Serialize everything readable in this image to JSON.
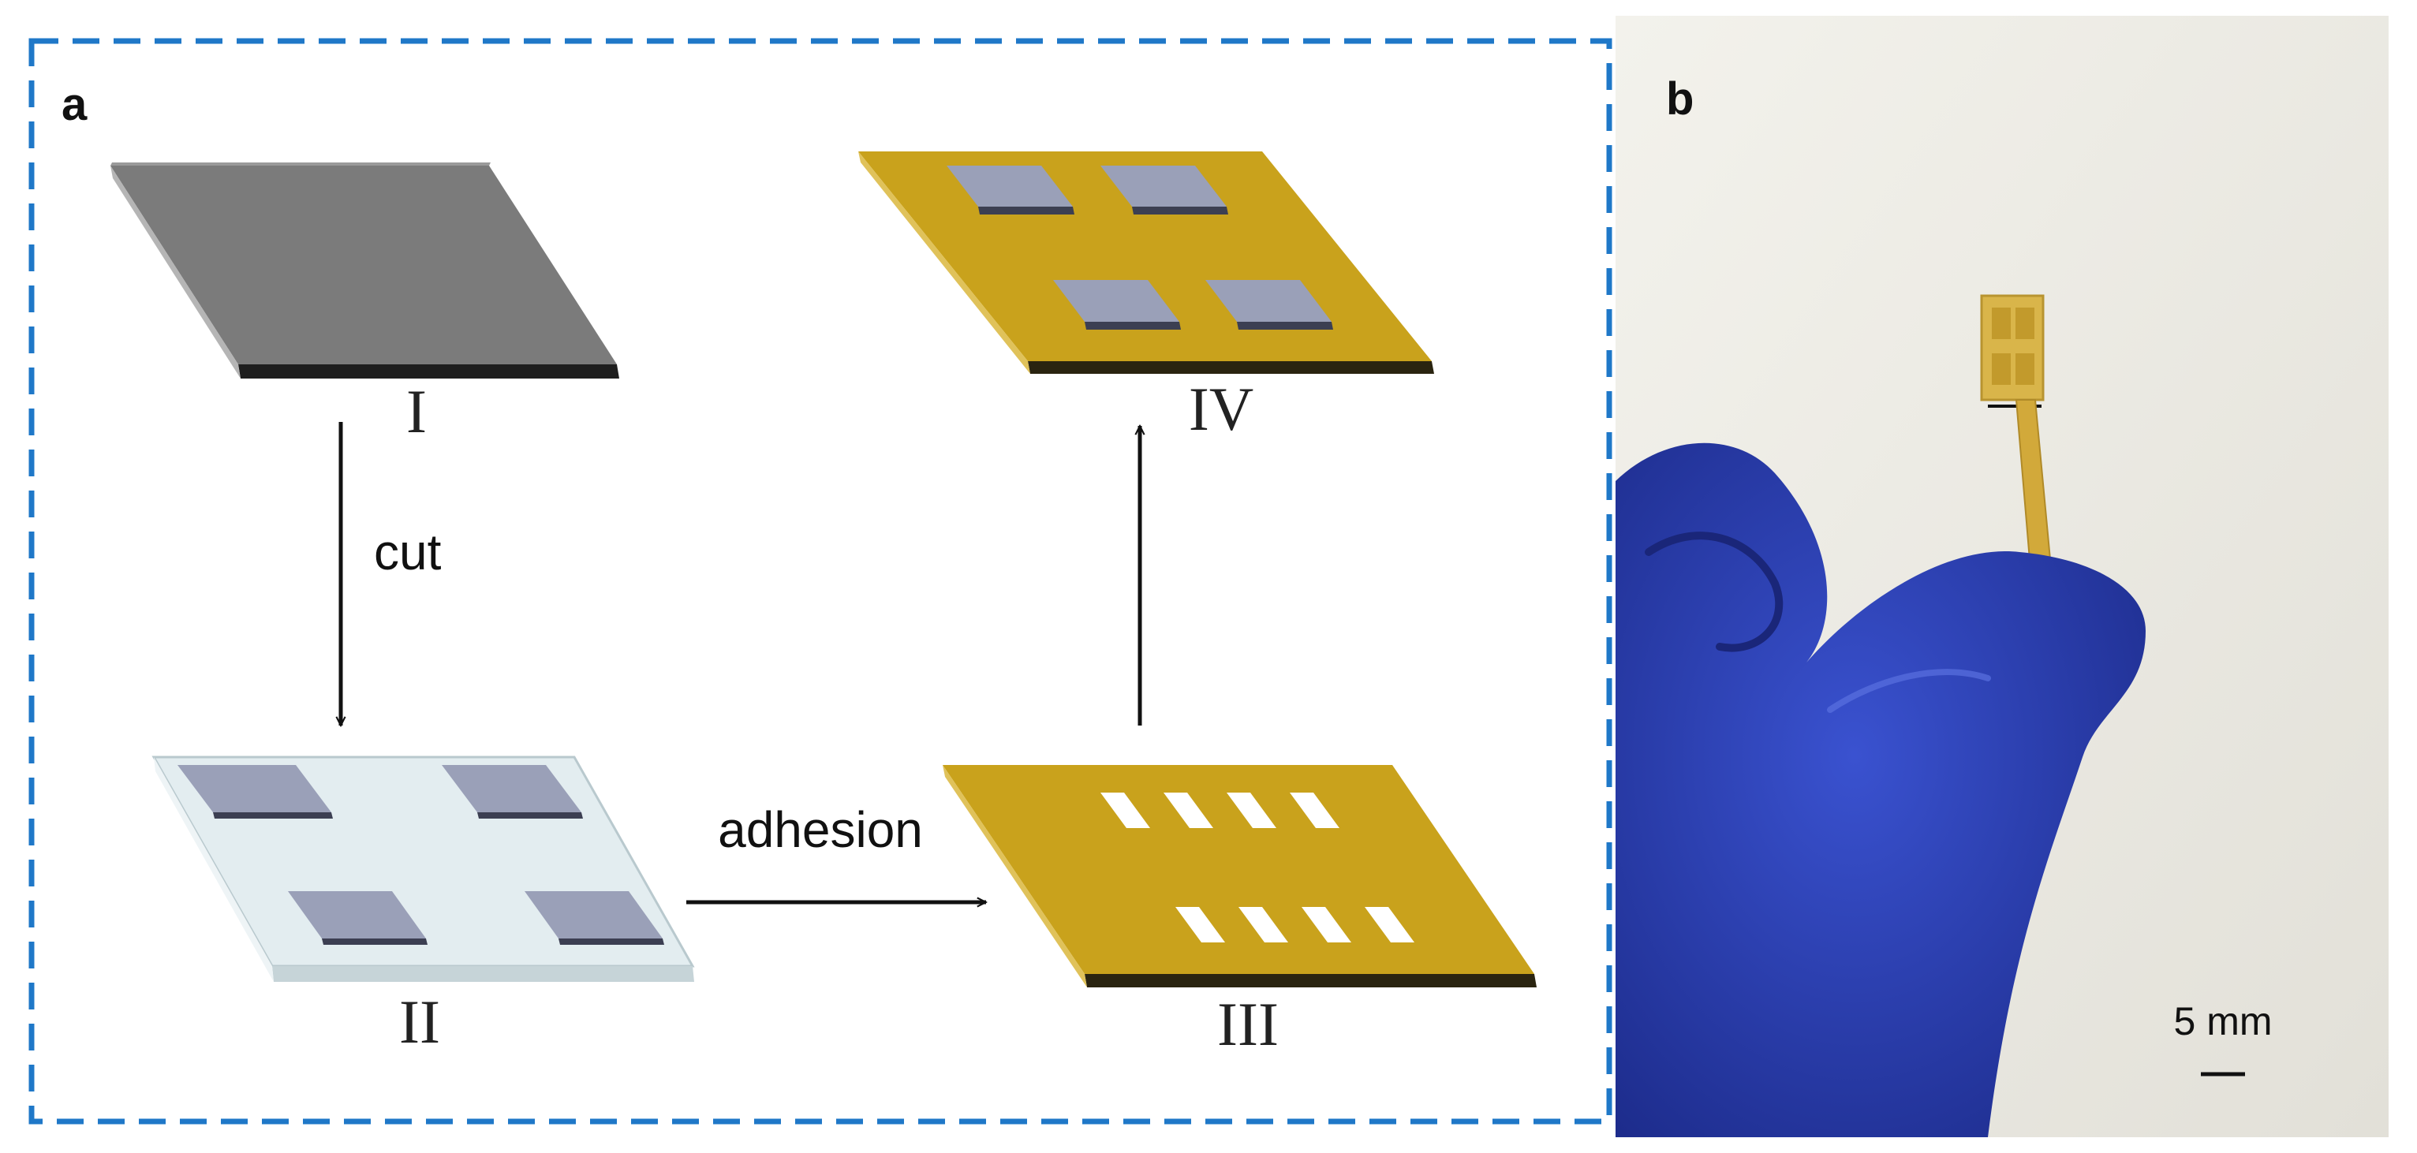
{
  "panels": {
    "a": {
      "label": "a"
    },
    "b": {
      "label": "b"
    }
  },
  "steps": [
    {
      "id": "I",
      "label": "I"
    },
    {
      "id": "II",
      "label": "II"
    },
    {
      "id": "III",
      "label": "III"
    },
    {
      "id": "IV",
      "label": "IV"
    }
  ],
  "arrows": {
    "cut": "cut",
    "adhesion": "adhesion"
  },
  "photo": {
    "scale_label": "5 mm"
  },
  "colors": {
    "dashed_border": "#1f78c8",
    "dark_substrate": "#7a7a7a",
    "gold_film": "#c9a21c",
    "transparent_plate": "#dde8ec",
    "pad": "#9aa0b8",
    "glove": "#2b3fb8",
    "photo_background": "#ecebe6"
  }
}
